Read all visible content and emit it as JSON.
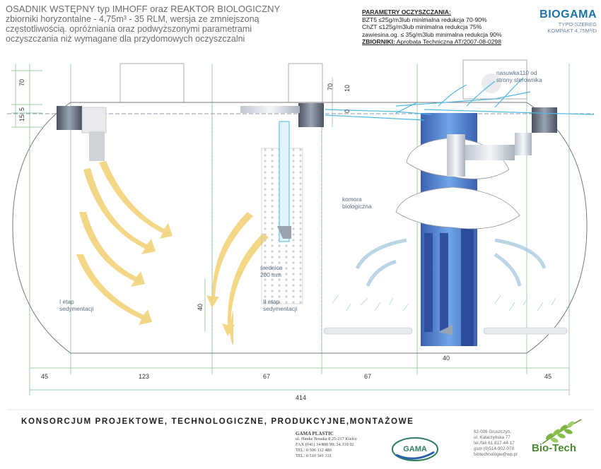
{
  "title": {
    "line1": "OSADNIK WSTĘPNY typ IMHOFF oraz REAKTOR BIOLOGICZNY",
    "line2": "zbiorniki horyzontalne  - 4,75m³ - 35 RLM, wersja ze zmniejszoną",
    "line3": "częstotliwością. opróżniania oraz podwyższonymi parametrami",
    "line4": "oczyszczania niż wymagane dla przydomowych oczyszczalni"
  },
  "params": {
    "heading": "PARAMETRY OCZYSZCZANIA:",
    "line1": "BZT5 ≤25g/m3lub minimalna redukcja 70-90%",
    "line2": "ChZT ≤125g/m3lub minimalna redukcja 75%",
    "line3": "zawiesina.og. ≤ 35g/m3lub minimalna redukcja 90%",
    "zbiorniki_label": "ZBIORNIKI:",
    "zbiorniki_value": " Aprobata Techniczna AT/2007-08-0298"
  },
  "brand": {
    "name": "BIOGAMA",
    "sub1": "TYPO-SZEREG",
    "sub2": "KOMPAKT 4,75M³/D"
  },
  "labels": {
    "etap1_a": "I etap",
    "etap1_b": "sedymentacji",
    "etap2_a": "II etap",
    "etap2_b": "sedymentacji",
    "komora_a": "komora",
    "komora_b": "biologiczna",
    "srednica_a": "średnica",
    "srednica_b": "200 mm",
    "nasuwka_a": "nasuwka110 od",
    "nasuwka_b": "strony sterownika"
  },
  "dimensions": {
    "v70": "70",
    "v5": "5",
    "v15": "15",
    "v10": "10",
    "v0": "0",
    "v70b": "70",
    "v40": "40",
    "h40": "40",
    "h45a": "45",
    "h123": "123",
    "h67a": "67",
    "h67b": "67",
    "h45b": "45",
    "total": "414"
  },
  "footer": {
    "konsorcjum": "KONSORCJUM PROJEKTOWE, TECHNOLOGICZNE, PRODUKCYJNE,MONTAŻOWE",
    "company": "GAMA PLASTIC",
    "addr1": "ul. Hauke Bosaka 8    25-217 Kielce",
    "addr2": "FAX  (041) 34 800 99;  34 319 02",
    "addr3": "TEL:   0 506 112 480",
    "addr4": "TEL:   0 510 341 331",
    "r1": "62-006 Gruszczyn,",
    "r2": "ul. Katarzyńska 77",
    "r3": "tel./fax 61 817-44-17",
    "r4": "gsm (0)514-902-078",
    "r5": "biotechnologie@wp.pl",
    "biotech": "Bio-Tech",
    "gama_logo_text": "GAMA"
  },
  "colors": {
    "dim_green": "#7fbf8a",
    "tank_line": "#777777",
    "water_blue": "#4fb7e6",
    "flow_yellow": "#f2d27a",
    "column_blue": "#4b7ac8"
  }
}
